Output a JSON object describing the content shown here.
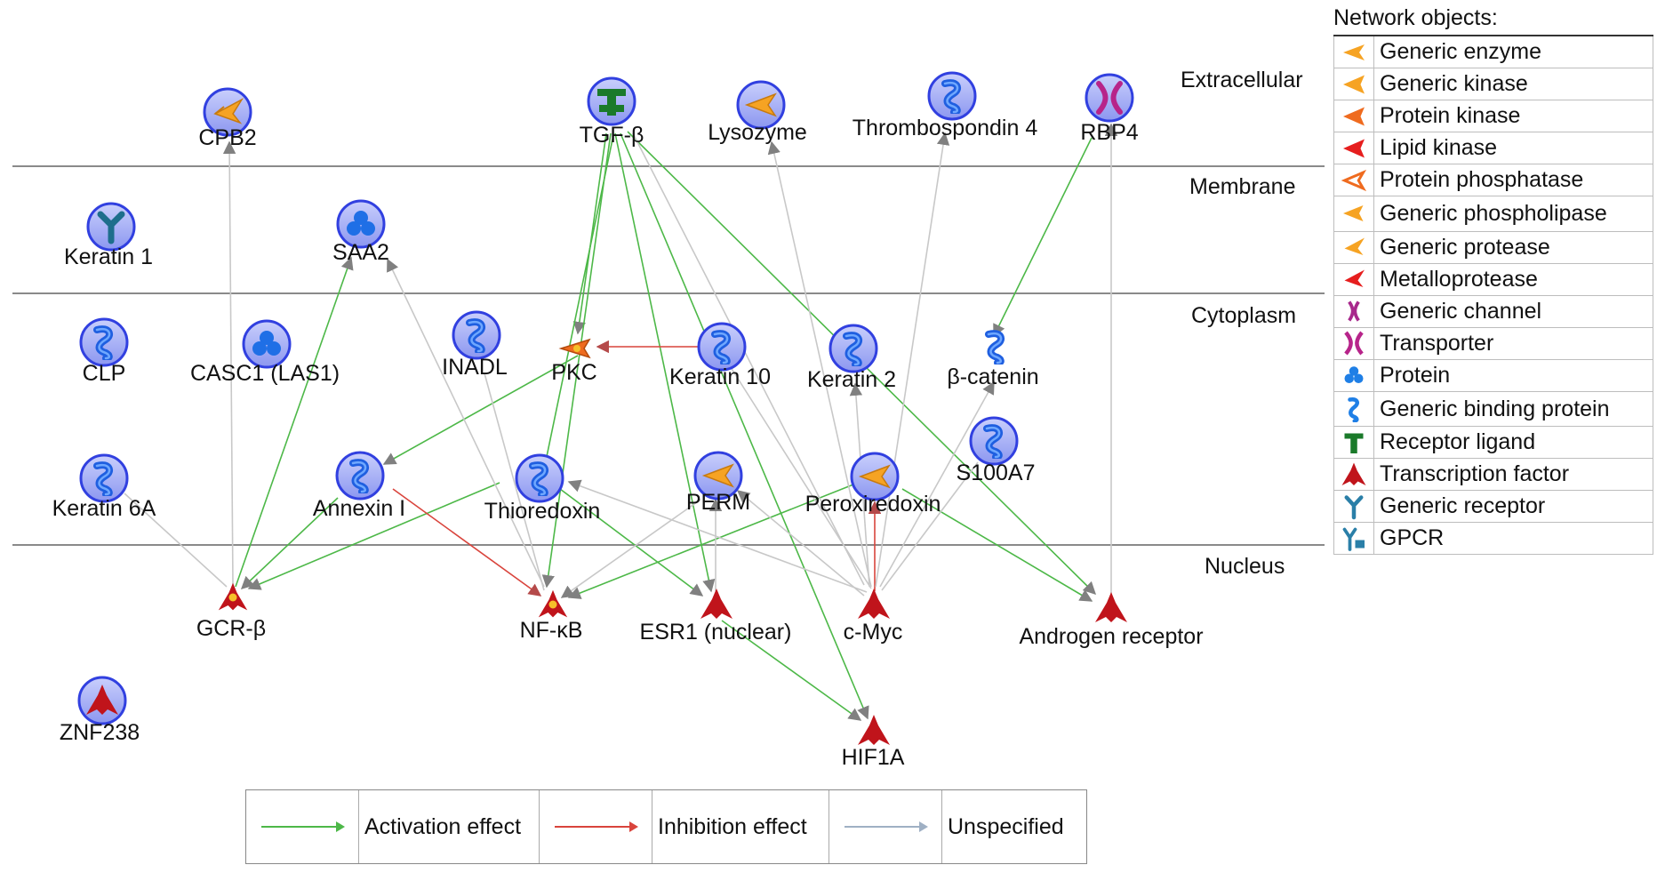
{
  "compartments": [
    "Extracellular",
    "Membrane",
    "Cytoplasm",
    "Nucleus"
  ],
  "nodes": {
    "cpb2": "CPB2",
    "tgfb": "TGF-β",
    "lysozyme": "Lysozyme",
    "thbs4": "Thrombospondin 4",
    "rbp4": "RBP4",
    "keratin1": "Keratin 1",
    "saa2": "SAA2",
    "clp": "CLP",
    "casc1": "CASC1 (LAS1)",
    "inadl": "INADL",
    "pkc": "PKC",
    "keratin10": "Keratin 10",
    "keratin2": "Keratin 2",
    "bcatenin": "β-catenin",
    "s100a7": "S100A7",
    "keratin6a": "Keratin 6A",
    "annexin1": "Annexin I",
    "thioredoxin": "Thioredoxin",
    "perm": "PERM",
    "peroxiredoxin": "Peroxiredoxin",
    "gcrb": "GCR-β",
    "nfkb": "NF-κB",
    "esr1": "ESR1 (nuclear)",
    "cmyc": "c-Myc",
    "ar": "Androgen receptor",
    "znf238": "ZNF238",
    "hif1a": "HIF1A"
  },
  "network_objects": {
    "title": "Network objects:",
    "items": [
      {
        "icon": "generic-enzyme-icon",
        "label": "Generic enzyme",
        "color": "#f6a323"
      },
      {
        "icon": "generic-kinase-icon",
        "label": "Generic kinase",
        "color": "#f6a323"
      },
      {
        "icon": "protein-kinase-icon",
        "label": "Protein kinase",
        "color": "#ef6b1f"
      },
      {
        "icon": "lipid-kinase-icon",
        "label": "Lipid kinase",
        "color": "#e61e1e"
      },
      {
        "icon": "protein-phosphatase-icon",
        "label": "Protein phosphatase",
        "color": "#ef6b1f"
      },
      {
        "icon": "generic-phospholipase-icon",
        "label": "Generic phospholipase",
        "color": "#f6a323"
      },
      {
        "icon": "generic-protease-icon",
        "label": "Generic protease",
        "color": "#f6a323"
      },
      {
        "icon": "metalloprotease-icon",
        "label": "Metalloprotease",
        "color": "#e61e1e"
      },
      {
        "icon": "generic-channel-icon",
        "label": "Generic channel",
        "color": "#a8288c"
      },
      {
        "icon": "transporter-icon",
        "label": "Transporter",
        "color": "#b7248a"
      },
      {
        "icon": "protein-icon",
        "label": "Protein",
        "color": "#1f7fe6"
      },
      {
        "icon": "generic-binding-protein-icon",
        "label": "Generic binding protein",
        "color": "#1f7fe6"
      },
      {
        "icon": "receptor-ligand-icon",
        "label": "Receptor ligand",
        "color": "#1a7a2a"
      },
      {
        "icon": "transcription-factor-icon",
        "label": "Transcription factor",
        "color": "#c0141b"
      },
      {
        "icon": "generic-receptor-icon",
        "label": "Generic receptor",
        "color": "#2a7fa8"
      },
      {
        "icon": "gpcr-icon",
        "label": "GPCR",
        "color": "#2a7fa8"
      }
    ]
  },
  "edge_legend": [
    {
      "label": "Activation effect",
      "color": "#4db848"
    },
    {
      "label": "Inhibition effect",
      "color": "#d9443c"
    },
    {
      "label": "Unspecified",
      "color": "#9fb0c4"
    }
  ]
}
